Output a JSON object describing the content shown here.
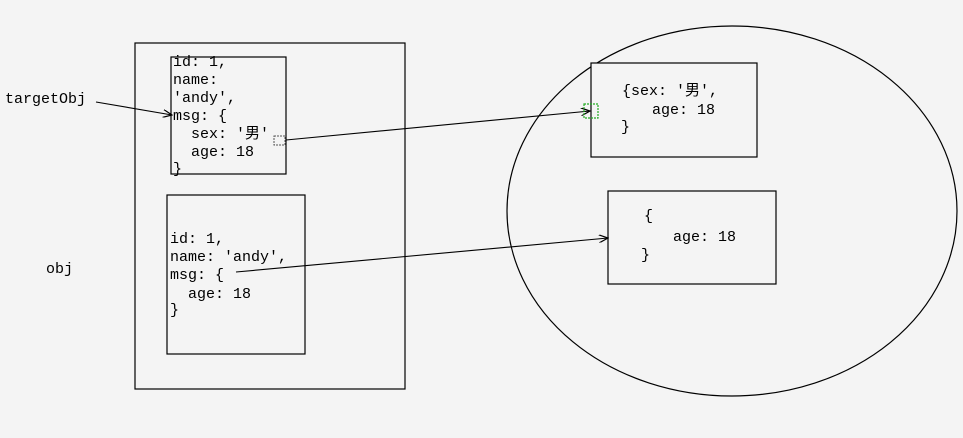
{
  "labels": {
    "target": "targetObj",
    "obj": "obj"
  },
  "target_box": {
    "lines": [
      "id: 1,",
      "name:",
      "'andy',",
      "msg: {",
      "  sex: '男'",
      "  age: 18",
      "}"
    ]
  },
  "obj_box": {
    "lines": [
      "id: 1,",
      "name: 'andy',",
      "msg: {",
      "  age: 18",
      "}"
    ]
  },
  "heap_box_1": {
    "lines": [
      "{sex: '男',",
      "  age: 18",
      "}"
    ]
  },
  "heap_box_2": {
    "lines": [
      "{",
      "  age: 18",
      "}"
    ]
  },
  "colors": {
    "stroke": "#000000",
    "background": "#f4f4f4",
    "selection": "#22aa22"
  }
}
